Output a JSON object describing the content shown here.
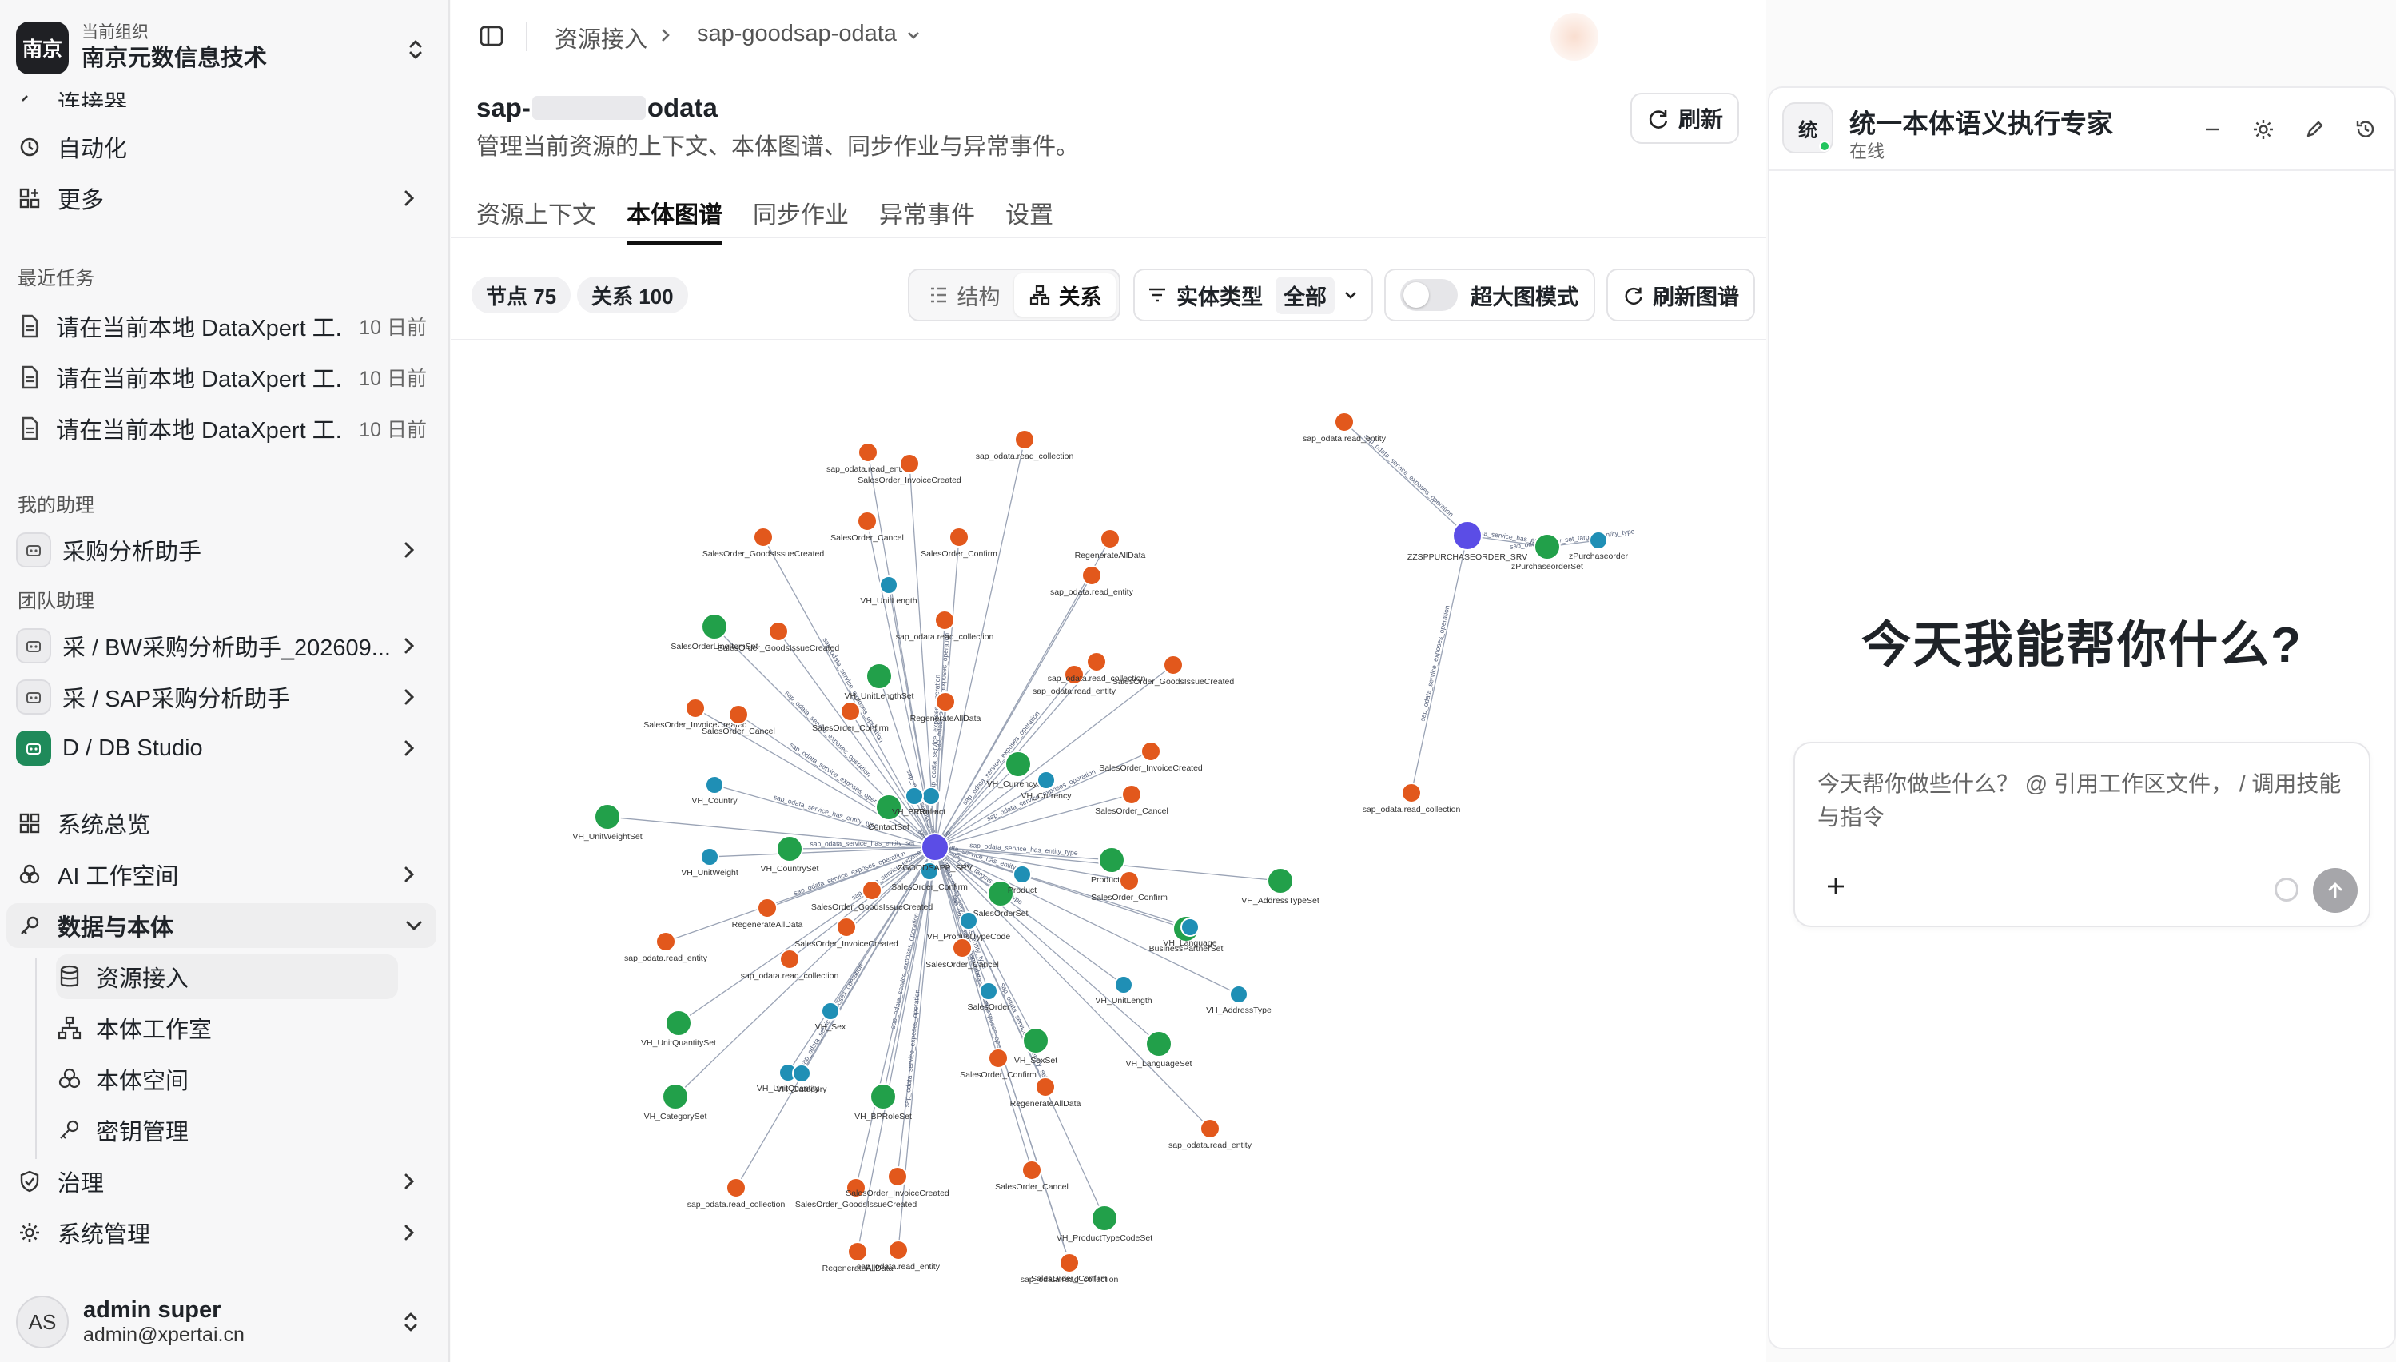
{
  "org": {
    "logo_text": "南京",
    "caption": "当前组织",
    "name": "南京元数信息技术"
  },
  "nav": {
    "partial_item": "连接器",
    "automation": "自动化",
    "more": "更多",
    "recent_label": "最近任务",
    "recent_tasks": [
      {
        "title": "请在当前本地 DataXpert 工...",
        "when": "10 日前"
      },
      {
        "title": "请在当前本地 DataXpert 工...",
        "when": "10 日前"
      },
      {
        "title": "请在当前本地 DataXpert 工...",
        "when": "10 日前"
      }
    ],
    "my_assistants_label": "我的助理",
    "my_assistants": [
      {
        "name": "采购分析助手"
      }
    ],
    "team_assistants_label": "团队助理",
    "team_assistants": [
      {
        "name": "采 / BW采购分析助手_202609..."
      },
      {
        "name": "采 / SAP采购分析助手"
      },
      {
        "name": "D / DB Studio"
      }
    ],
    "overview": "系统总览",
    "ai_workspace": "AI 工作空间",
    "data_ontology": "数据与本体",
    "sub_items": [
      "资源接入",
      "本体工作室",
      "本体空间",
      "密钥管理"
    ],
    "governance": "治理",
    "system_admin": "系统管理"
  },
  "user": {
    "initials": "AS",
    "name": "admin super",
    "email": "admin@xpertai.cn"
  },
  "breadcrumb": {
    "root": "资源接入",
    "current": "sap-goodsap-odata"
  },
  "resource": {
    "title_prefix": "sap-",
    "title_suffix": "odata",
    "description": "管理当前资源的上下文、本体图谱、同步作业与异常事件。",
    "refresh_label": "刷新"
  },
  "tabs": [
    "资源上下文",
    "本体图谱",
    "同步作业",
    "异常事件",
    "设置"
  ],
  "active_tab": "本体图谱",
  "toolbar": {
    "nodes": "节点 75",
    "relations": "关系 100",
    "view_structure": "结构",
    "view_relation": "关系",
    "entity_type_label": "实体类型",
    "entity_type_value": "全部",
    "large_graph_mode": "超大图模式",
    "refresh_graph": "刷新图谱"
  },
  "graph_labels": {
    "main_hub": "ZGOODSAPP_SRV",
    "po_hub": "ZZSPPURCHASEORDER_SRV",
    "po_set": "zPurchaseorderSet",
    "po_type": "zPurchaseorder",
    "green_sets": [
      "SalesOrderLineItemSet",
      "VH_UnitLengthSet",
      "VH_UnitWeightSet",
      "VH_CountrySet",
      "ContactSet",
      "VH_CurrencySet",
      "ProductSet",
      "BusinessPartnerSet",
      "VH_AddressTypeSet",
      "SalesOrderSet",
      "VH_UnitQuantitySet",
      "VH_CategorySet",
      "VH_BPRoleSet",
      "VH_SexSet",
      "VH_LanguageSet",
      "VH_ProductTypeCodeSet"
    ],
    "blue_types": [
      "VH_UnitLength",
      "VH_Country",
      "VH_UnitWeight",
      "Contact",
      "VH_Currency",
      "Product",
      "VH_Language",
      "VH_AddressType",
      "VH_ProductTypeCode",
      "SalesOrder",
      "VH_Sex",
      "VH_UnitQuantity",
      "VH_Category",
      "VH_BPRole",
      "SalesOrder_Confirm"
    ],
    "orange_ops": [
      "sap_odata.read_entity",
      "sap_odata.read_collection",
      "SalesOrder_GoodsIssueCreated",
      "SalesOrder_InvoiceCreated",
      "SalesOrder_Cancel",
      "SalesOrder_Confirm",
      "RegenerateAllData"
    ],
    "edge_labels": [
      "sap_odata_service_exposes_operation",
      "sap_odata_entity_set_targets_entity_type",
      "sap_odata_service_has_entity_type",
      "sap_odata_service_has_entity_set"
    ]
  },
  "chat": {
    "agent_initial": "统",
    "agent_name": "统一本体语义执行专家",
    "status": "在线",
    "welcome": "今天我能帮你什么?",
    "placeholder": "今天帮你做些什么？ @ 引用工作区文件， / 调用技能与指令"
  },
  "colors": {
    "entity_set_green": "#22a04a",
    "entity_type_blue": "#1f8fb5",
    "operation_orange": "#e2581c",
    "service_purple": "#5b4de6"
  }
}
